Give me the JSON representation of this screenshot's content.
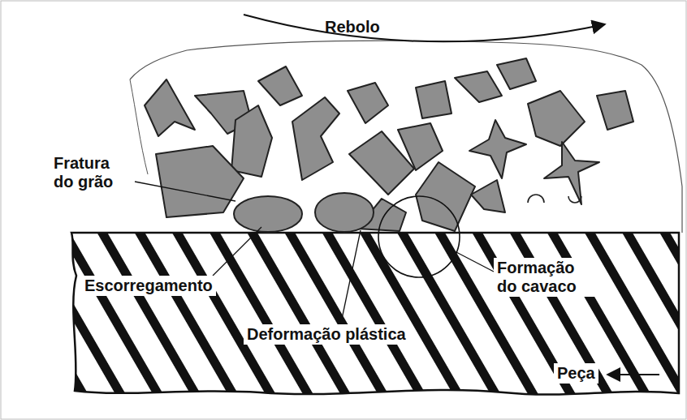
{
  "diagram": {
    "labels": [
      "Rebolo",
      "Fratura do grão",
      "Escorregamento",
      "Formação do cavaco",
      "Deformação plástica",
      "Peça"
    ]
  }
}
